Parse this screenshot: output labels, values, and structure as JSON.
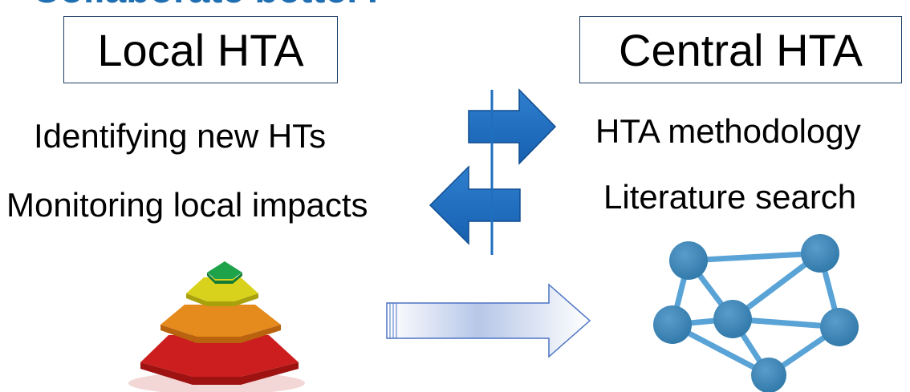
{
  "heading": "Collaborate better?",
  "local_box": {
    "title": "Local HTA"
  },
  "central_box": {
    "title": "Central HTA"
  },
  "local_items": [
    "Identifying new HTs",
    "Monitoring local impacts"
  ],
  "central_items": [
    "HTA methodology",
    "Literature search"
  ],
  "icons": {
    "pyramid": "pyramid-icon",
    "network": "network-graph-icon",
    "arrow_right": "arrow-right-icon",
    "arrow_left": "arrow-left-icon",
    "big_arrow": "gradient-arrow-right-icon"
  },
  "colors": {
    "arrow_blue": "#1f6fc0",
    "network_node": "#3d87b6",
    "network_edge": "#5aa3d6",
    "box_border": "#1e3f66"
  }
}
